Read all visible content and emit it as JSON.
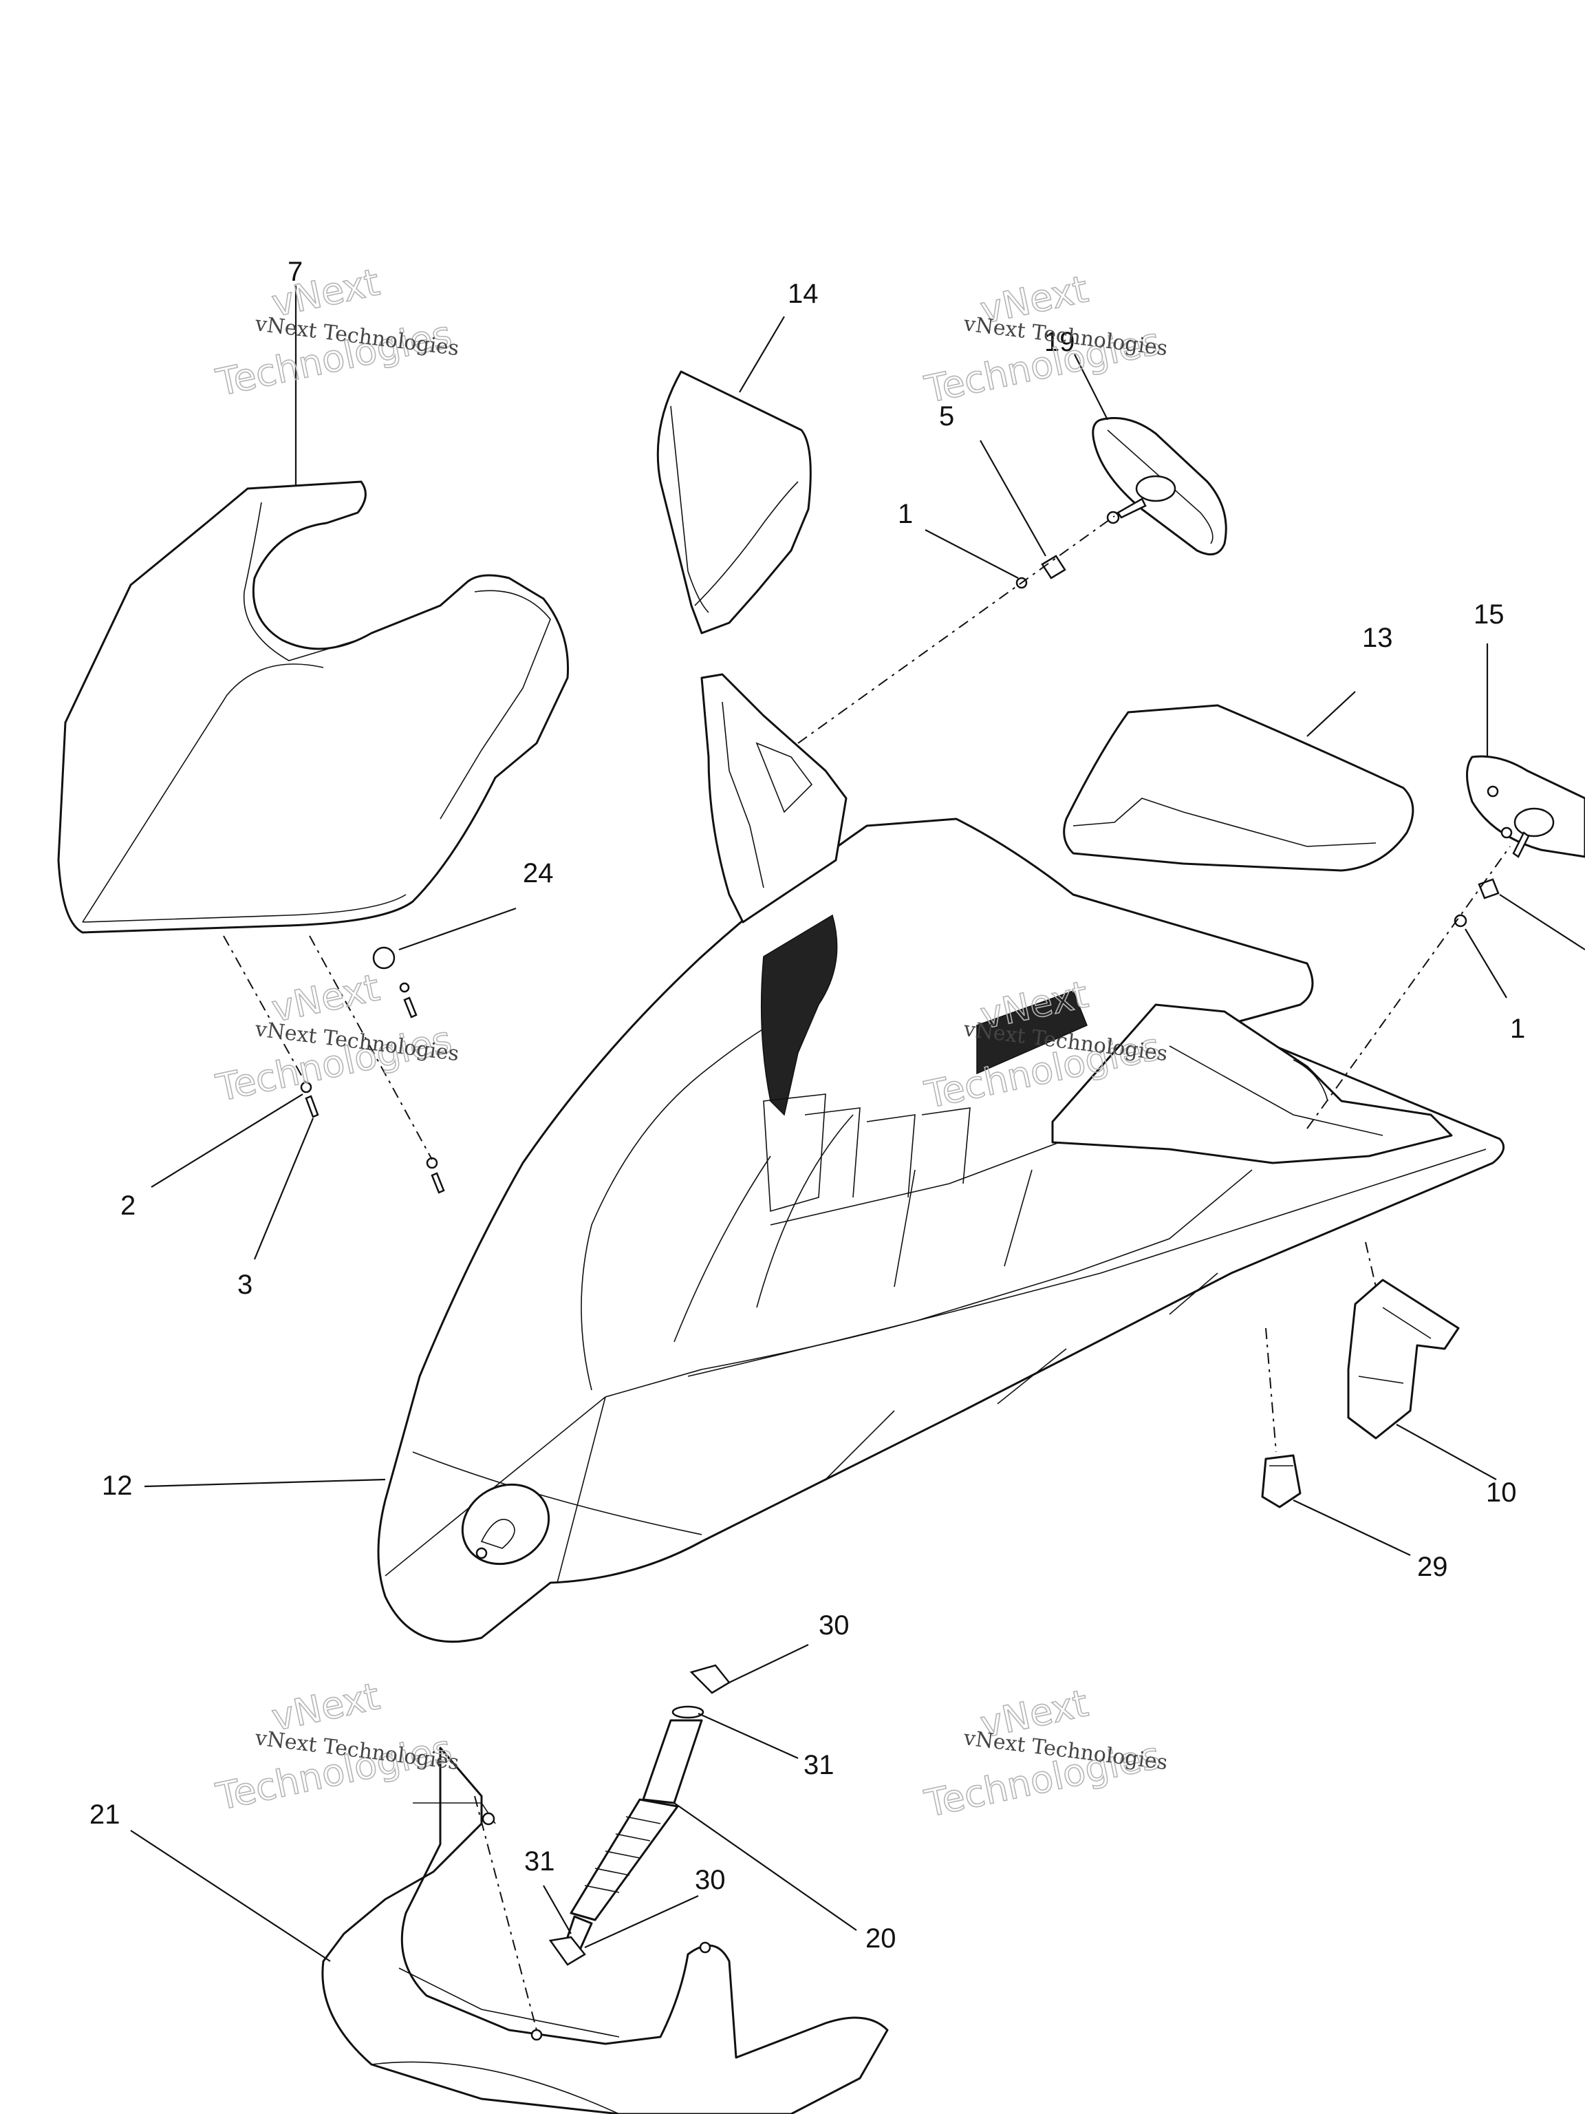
{
  "watermark": {
    "line1": "vNext Technologies",
    "line2a": "vNext",
    "line2b": "Technologies"
  },
  "callouts": {
    "c1a": "1",
    "c1b": "1",
    "c2": "2",
    "c3": "3",
    "c5": "5",
    "c7": "7",
    "c10": "10",
    "c12": "12",
    "c13": "13",
    "c14": "14",
    "c15": "15",
    "c19": "19",
    "c20": "20",
    "c21": "21",
    "c24": "24",
    "c29": "29",
    "c30a": "30",
    "c30b": "30",
    "c31a": "31",
    "c31b": "31"
  }
}
